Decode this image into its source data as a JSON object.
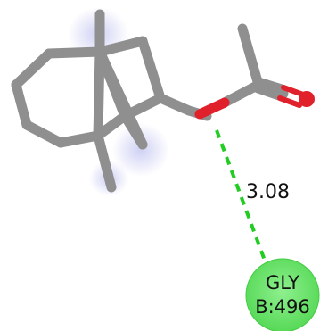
{
  "interaction": {
    "distance_label": "3.08",
    "bond_color": "#22cc22"
  },
  "residue": {
    "name": "GLY",
    "chain_position": "B:496",
    "fill_color": "#66e566",
    "border_color": "#44cc44"
  },
  "colors": {
    "carbon": "#8f8f8f",
    "oxygen": "#e0202a",
    "highlight": "#c9cbf2"
  }
}
